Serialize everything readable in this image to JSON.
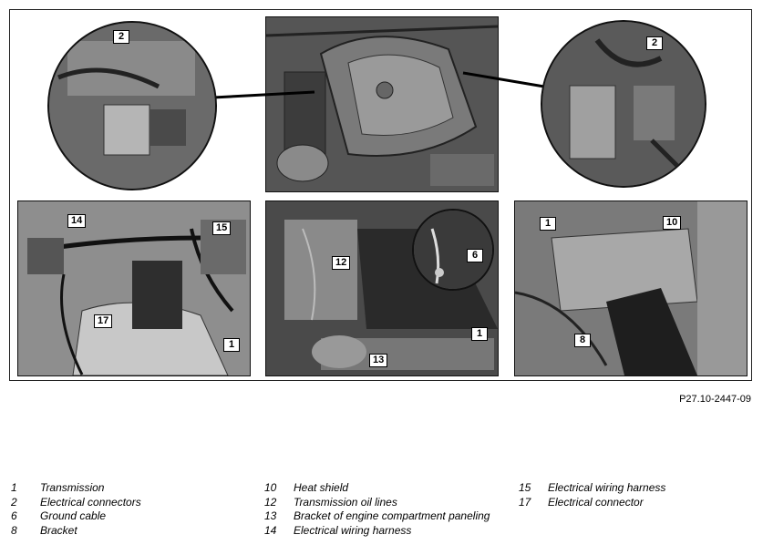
{
  "figure_ref": "P27.10-2447-09",
  "callouts": {
    "top_left_2": "2",
    "top_right_2": "2",
    "mid_left_14": "14",
    "mid_left_15": "15",
    "mid_left_17": "17",
    "mid_left_1": "1",
    "mid_center_12": "12",
    "mid_center_6": "6",
    "mid_center_1": "1",
    "mid_center_13": "13",
    "mid_right_1": "1",
    "mid_right_10": "10",
    "mid_right_8": "8"
  },
  "legend": {
    "col1": [
      {
        "num": "1",
        "text": "Transmission"
      },
      {
        "num": "2",
        "text": "Electrical connectors"
      },
      {
        "num": "6",
        "text": "Ground cable"
      },
      {
        "num": "8",
        "text": "Bracket"
      }
    ],
    "col2": [
      {
        "num": "10",
        "text": "Heat shield"
      },
      {
        "num": "12",
        "text": "Transmission oil lines"
      },
      {
        "num": "13",
        "text": "Bracket of engine compartment paneling"
      },
      {
        "num": "14",
        "text": "Electrical wiring harness"
      }
    ],
    "col3": [
      {
        "num": "15",
        "text": "Electrical wiring harness"
      },
      {
        "num": "17",
        "text": "Electrical connector"
      }
    ]
  }
}
